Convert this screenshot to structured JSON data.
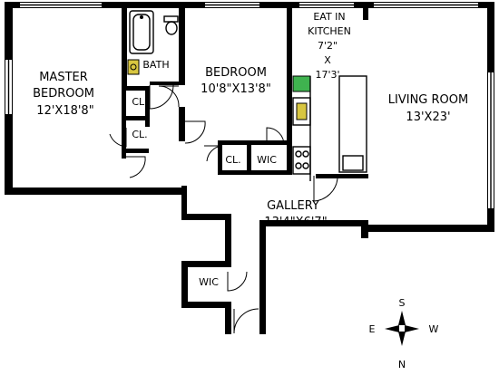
{
  "rooms": {
    "master_bedroom": {
      "name_line1": "MASTER",
      "name_line2": "BEDROOM",
      "size": "12'X18'8\""
    },
    "bath": {
      "name": "BATH"
    },
    "bedroom": {
      "name": "BEDROOM",
      "size": "10'8\"X13'8\""
    },
    "kitchen": {
      "line1": "EAT IN",
      "line2": "KITCHEN",
      "line3": "7'2\"",
      "line4": "X",
      "line5": "17'3'"
    },
    "living_room": {
      "name": "LIVING ROOM",
      "size": "13'X23'"
    },
    "gallery": {
      "name": "GALLERY",
      "size": "13'4\"X6'7\""
    },
    "closets": {
      "cl1": "CL.",
      "cl2": "CL.",
      "cl3": "CL.",
      "wic1": "WIC",
      "wic2": "WIC"
    }
  },
  "compass": {
    "north": "N",
    "south": "S",
    "east": "E",
    "west": "W"
  },
  "colors": {
    "wall": "#000000",
    "fixture_green": "#3fb34f",
    "fixture_yellow": "#d8c640"
  }
}
